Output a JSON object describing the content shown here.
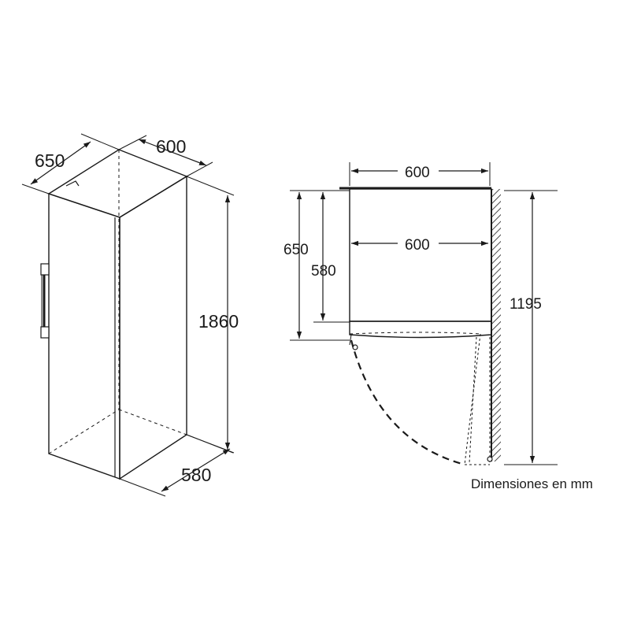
{
  "perspective_view": {
    "depth_label": "650",
    "width_label": "600",
    "height_label": "1860",
    "bottom_depth_label": "580"
  },
  "plan_view": {
    "top_width_label": "600",
    "inner_width_label": "600",
    "depth_label": "650",
    "inner_depth_label": "580",
    "door_swing_label": "1195"
  },
  "caption": "Dimensiones en mm",
  "colors": {
    "line": "#1a1a1a",
    "background": "#ffffff"
  }
}
